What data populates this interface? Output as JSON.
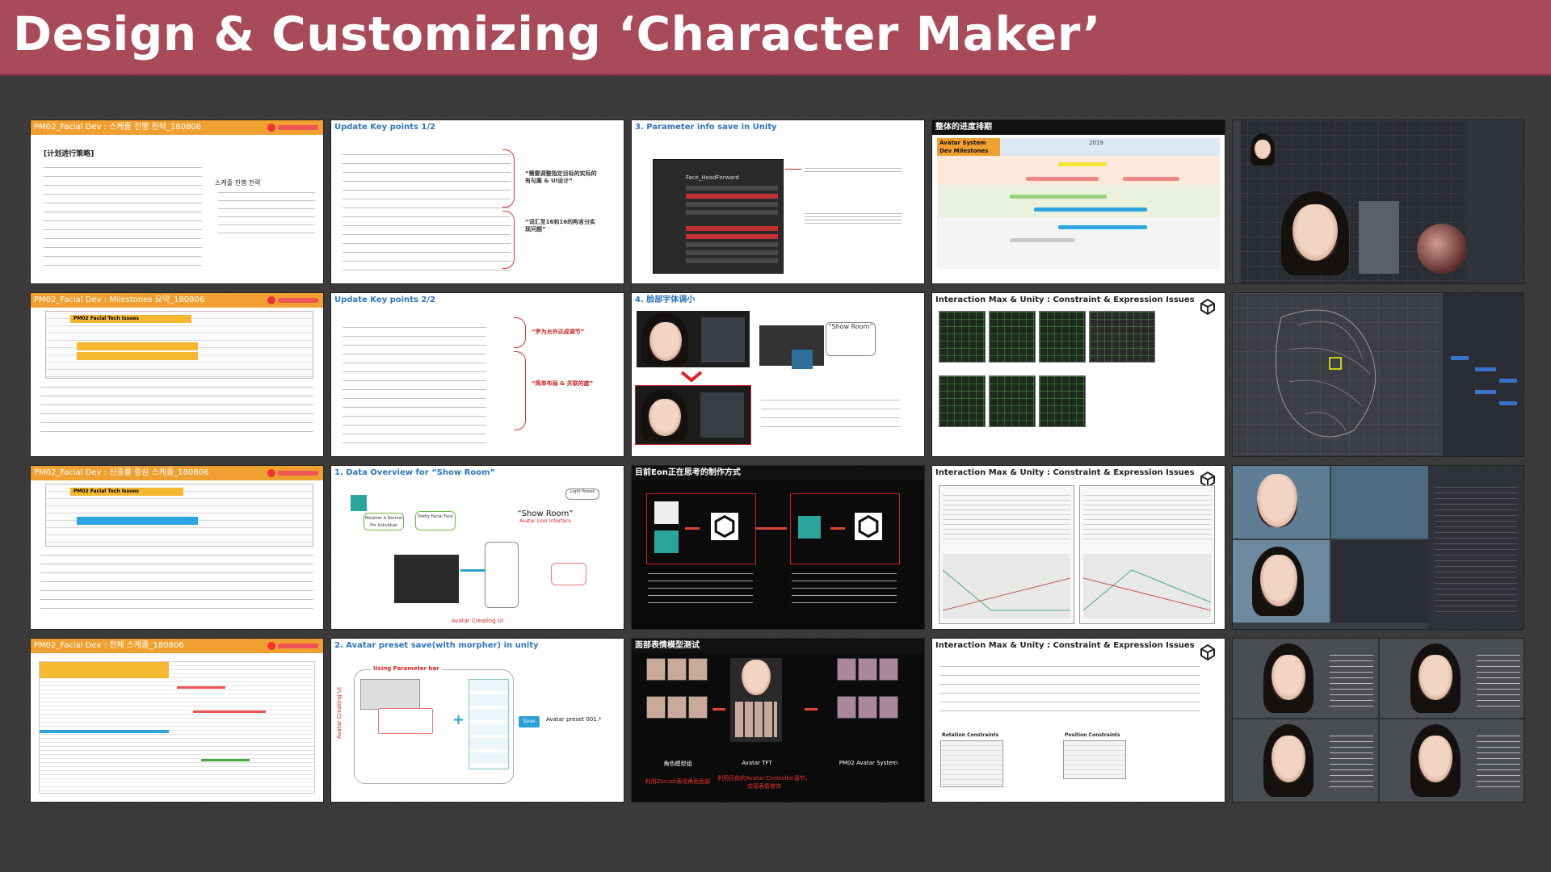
{
  "header": {
    "title": "Design & Customizing ‘Character Maker’"
  },
  "slides": {
    "r1c1": {
      "title": "PM02_Facial Dev : 스케줄 진행 전략_180806",
      "heading": "[计划进行策略]",
      "subheading": "스케줄 진행 전략"
    },
    "r1c2": {
      "title": "Update Key points 1/2",
      "note1": "“需要调整指定目标的实际的有句属 & UI设计”",
      "note2": "“词汇至16和16的构言分实现问题”"
    },
    "r1c3": {
      "title": "3. Parameter info save in Unity",
      "panel_label": "Face_HeadForward"
    },
    "r1c4": {
      "title": "整体的进度排期",
      "box_line1": "Avatar System",
      "box_line2": "Dev Milestones",
      "year": "2019"
    },
    "r2c1": {
      "title": "PM02_Facial Dev : Milestones 요약_180806",
      "box": "PM02 Facial Tech Issues"
    },
    "r2c2": {
      "title": "Update Key points 2/2",
      "note1": "“罗为允许达成调节”",
      "note2": "“简单布局 & 关联的度”"
    },
    "r2c3": {
      "title": "4. 脸部字体调小",
      "show_room": "“Show Room”"
    },
    "r2c4": {
      "title": "Interaction Max & Unity : Constraint & Expression Issues"
    },
    "r3c1": {
      "title": "PM02_Facial Dev : 신충를 중심 스케줄_180806",
      "box": "PM02 Facial Tech Issues"
    },
    "r3c2": {
      "title": "1. Data Overview for “Show Room”",
      "show_room": "“Show Room”",
      "show_room_sub": "Avatar User Interface",
      "footer": "Avatar Creating UI",
      "light_preset": "Light Preset",
      "morpher": "Morpher & Normal For Individual",
      "pretty": "Pretty Facial Face"
    },
    "r3c3": {
      "title": "目前Eon正在思考的制作方式"
    },
    "r3c4": {
      "title": "Interaction Max & Unity : Constraint & Expression Issues"
    },
    "r4c1": {
      "title": "PM02_Facial Dev : 전체 스케줄_180806"
    },
    "r4c2": {
      "title": "2. Avatar preset save(with morpher) in unity",
      "param_bar": "Using Parameter bar",
      "side_label": "Avatar Creating UI",
      "preset": "Avatar preset 001.*",
      "save": "Save"
    },
    "r4c3": {
      "title": "面部表情模型测试",
      "cap1": "角色模型组",
      "cap2": "Avatar TFT",
      "cap3": "PM02 Avatar System",
      "red1": "利用Zbrush表现角色面部",
      "red2": "利用目前的Avatar Controller调节，实现表情修饰"
    },
    "r4c4": {
      "title": "Interaction Max & Unity : Constraint & Expression Issues",
      "label1": "Rotation Constraints",
      "label2": "Position Constraints"
    }
  },
  "colors": {
    "banner": "#a84a58",
    "background": "#3d3d3d",
    "orange_bar": "#f0a030",
    "blue_title": "#2e75c0",
    "accent_red": "#cc2222"
  },
  "icons": [
    "unity-icon",
    "zbrush-icon",
    "maya-icon",
    "logo-icon"
  ]
}
